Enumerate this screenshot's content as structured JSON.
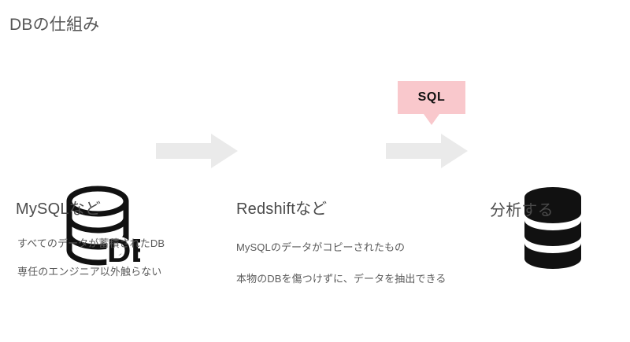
{
  "page": {
    "title": "DBの仕組み",
    "background_color": "#ffffff",
    "text_color": "#4c4c4c"
  },
  "colors": {
    "title": "#565656",
    "label": "#4a4a4a",
    "description": "#5a5a5a",
    "arrow": "#eaeaea",
    "callout_pink": "#f9c8cc",
    "icon_black": "#111111"
  },
  "stages": [
    {
      "id": "mysql",
      "icon": "database-outline-db-icon",
      "label": "MySQLなど",
      "descriptions": [
        "すべてのデータが蓄積されたDB",
        "専任のエンジニア以外触らない"
      ]
    },
    {
      "id": "redshift",
      "icon": "database-solid-icon",
      "label": "Redshiftなど",
      "descriptions": [
        "MySQLのデータがコピーされたもの",
        "本物のDBを傷つけずに、データを抽出できる"
      ]
    },
    {
      "id": "analyze",
      "icon": "bar-chart-pie-chart-icon",
      "label": "分析する",
      "descriptions": []
    }
  ],
  "arrows": [
    {
      "id": "arrow-1",
      "icon": "arrow-right-icon",
      "from": "mysql",
      "to": "redshift"
    },
    {
      "id": "arrow-2",
      "icon": "arrow-right-icon",
      "from": "redshift",
      "to": "analyze"
    }
  ],
  "callout": {
    "text": "SQL",
    "attached_to": "arrow-2",
    "icon": "speech-bubble-icon"
  }
}
